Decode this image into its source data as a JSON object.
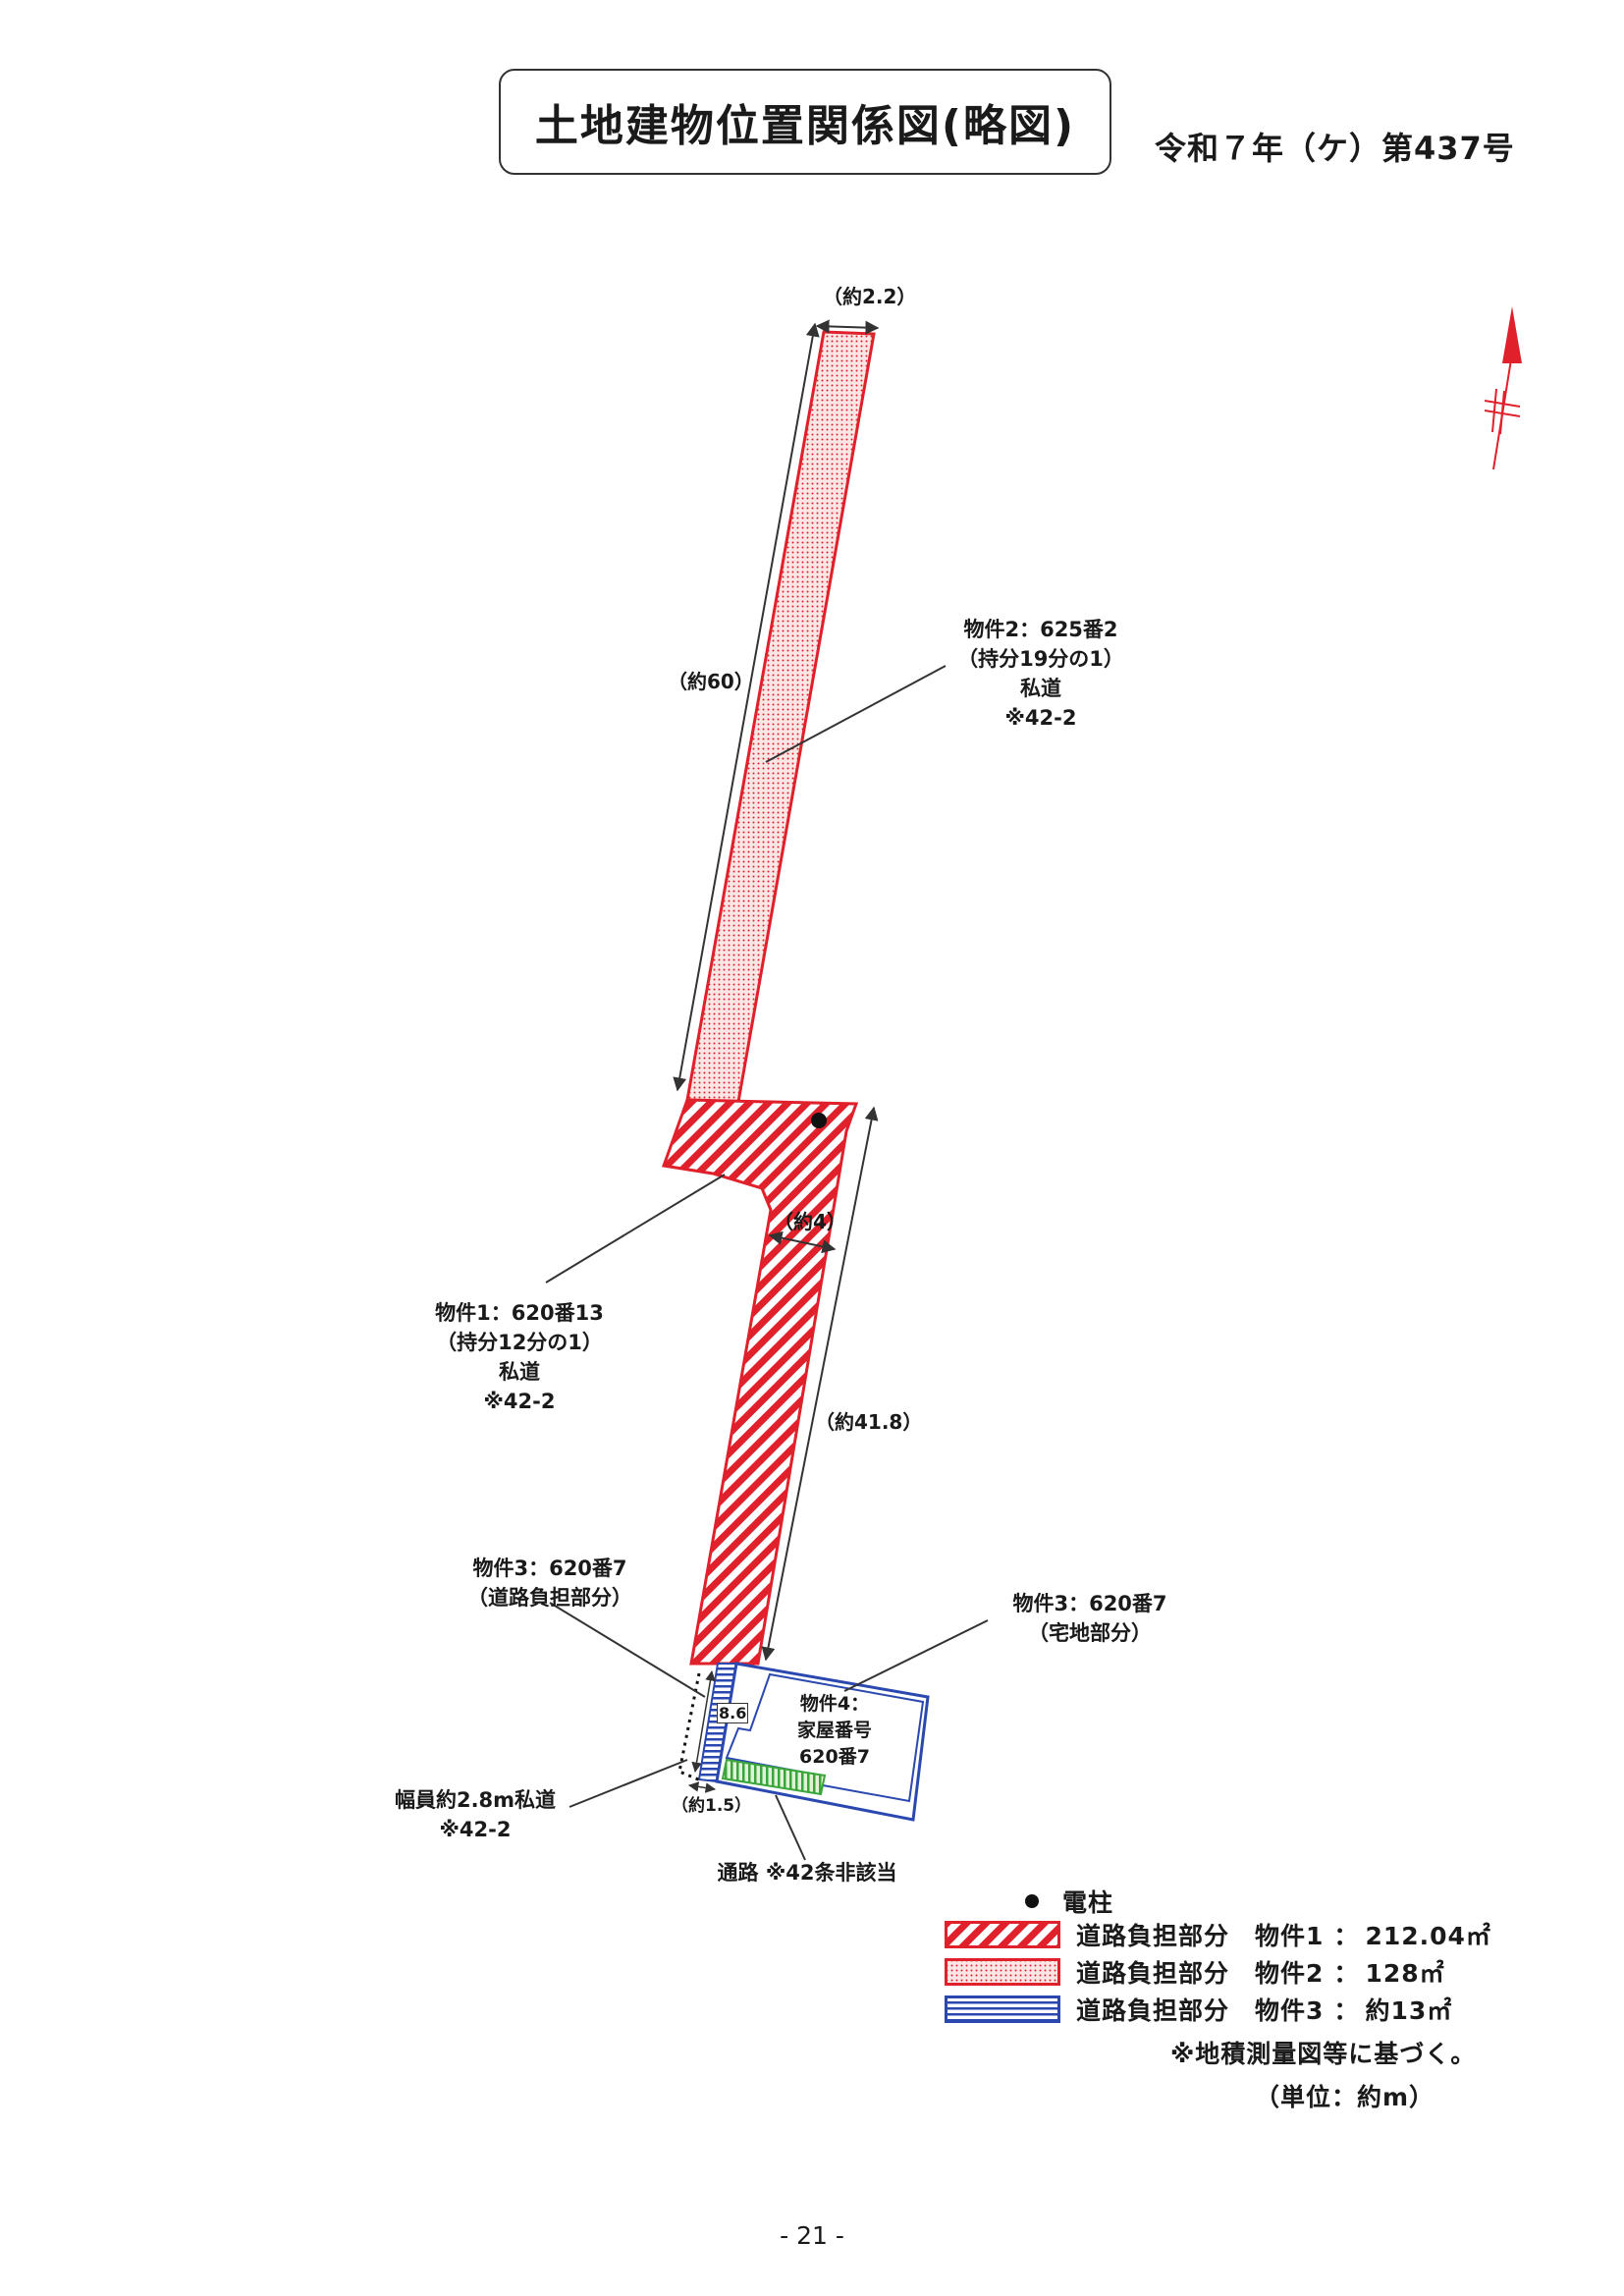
{
  "header": {
    "title": "土地建物位置関係図(略図)",
    "case_number": "令和７年（ケ）第437号"
  },
  "labels": {
    "property2": [
      "物件2：625番2",
      "（持分19分の1）",
      "私道",
      "※42-2"
    ],
    "property1": [
      "物件1：620番13",
      "（持分12分の1）",
      "私道",
      "※42-2"
    ],
    "property3_road": [
      "物件3：620番7",
      "（道路負担部分）"
    ],
    "property3_land": [
      "物件3：620番7",
      "（宅地部分）"
    ],
    "property4": [
      "物件4：",
      "家屋番号",
      "620番7"
    ],
    "private_road": [
      "幅員約2.8m私道",
      "※42-2"
    ],
    "passage": "通路 ※42条非該当"
  },
  "dimensions": {
    "width_top": "（約2.2）",
    "length_upper": "（約60）",
    "width_mid": "（約4）",
    "length_lower": "（約41.8）",
    "small_len": "8.6",
    "small_width": "（約1.5）"
  },
  "legend": {
    "pole": "電柱",
    "rows": [
      {
        "label": "道路負担部分",
        "property": "物件1",
        "area": "212.04㎡",
        "pattern": "red-hatch"
      },
      {
        "label": "道路負担部分",
        "property": "物件2",
        "area": "128㎡",
        "pattern": "red-dots"
      },
      {
        "label": "道路負担部分",
        "property": "物件3",
        "area": "約13㎡",
        "pattern": "blue-lines"
      }
    ],
    "note": "※地積測量図等に基づく。",
    "unit": "（単位：約m）"
  },
  "page_number": "- 21 -",
  "colors": {
    "red": "#e0202a",
    "blue": "#2a48b0",
    "green": "#3aa53a",
    "text": "#1a1a1a"
  },
  "icons": {
    "north_arrow": "north-arrow-icon"
  }
}
